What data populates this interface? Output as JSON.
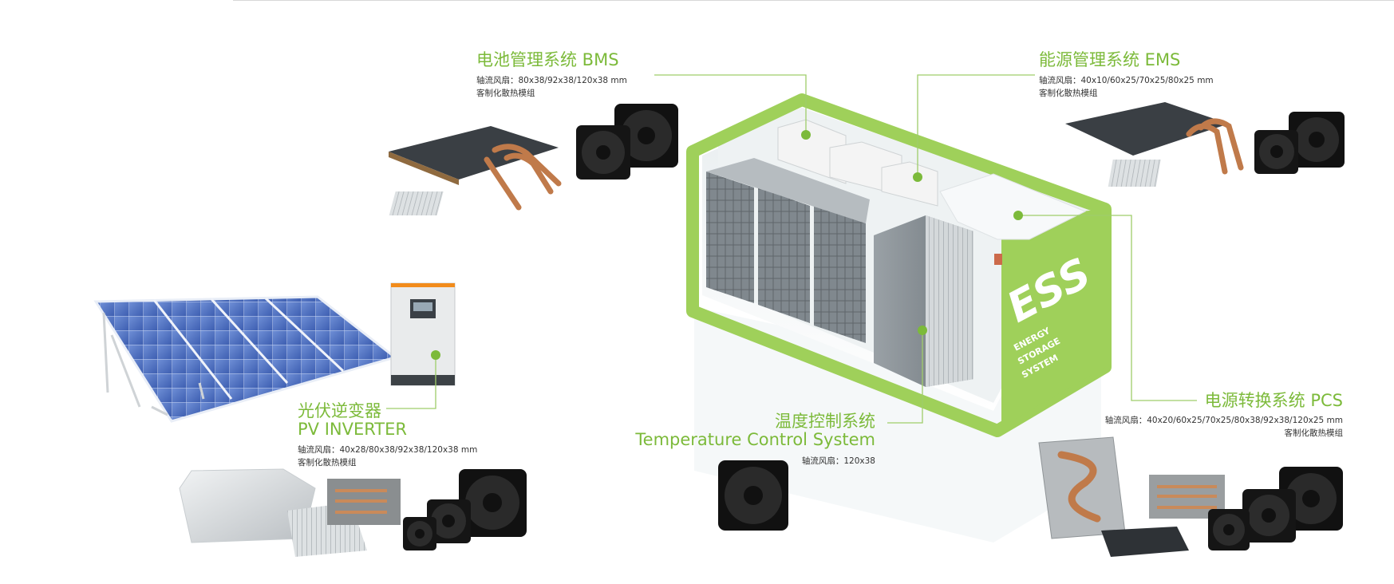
{
  "colors": {
    "accent": "#7cba3a",
    "text": "#333333",
    "container_green": "#9fd05a"
  },
  "callouts": {
    "bms": {
      "title": "电池管理系统 BMS",
      "spec1": "轴流风扇：80x38/92x38/120x38 mm",
      "spec2": "客制化散热模组"
    },
    "ems": {
      "title": "能源管理系统 EMS",
      "spec1": "轴流风扇：40x10/60x25/70x25/80x25 mm",
      "spec2": "客制化散热模组"
    },
    "pv": {
      "title_cn": "光伏逆变器",
      "title_en": "PV  INVERTER",
      "spec1": "轴流风扇：40x28/80x38/92x38/120x38 mm",
      "spec2": "客制化散热模组"
    },
    "temp": {
      "title_cn": "温度控制系统",
      "title_en": "Temperature Control System",
      "spec1": "轴流风扇：120x38"
    },
    "pcs": {
      "title": "电源转换系统 PCS",
      "spec1": "轴流风扇：40x20/60x25/70x25/80x38/92x38/120x25 mm",
      "spec2": "客制化散热模组"
    }
  },
  "container": {
    "logo": "ESS",
    "line1": "ENERGY",
    "line2": "STORAGE",
    "line3": "SYSTEM"
  },
  "icons": [
    "fan-icon",
    "heatsink-icon",
    "heat-pipe-icon",
    "solar-panel-icon",
    "inverter-icon"
  ]
}
